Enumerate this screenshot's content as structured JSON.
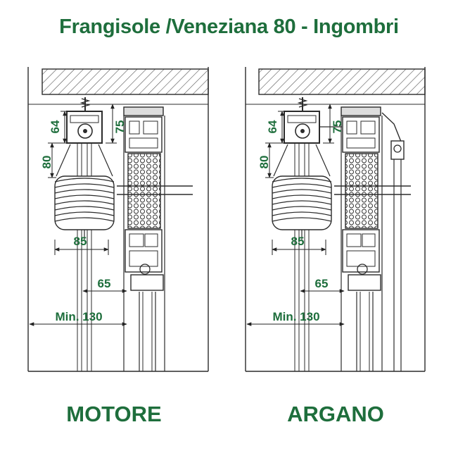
{
  "title": "Frangisole /Veneziana 80 - Ingombri",
  "colors": {
    "accent": "#1e6e3c",
    "line": "#2b2b2b",
    "hatch": "#555555"
  },
  "panels": [
    {
      "caption": "MOTORE",
      "dims": {
        "d64": "64",
        "d75": "75",
        "d80": "80",
        "d85": "85",
        "d65": "65",
        "dmin": "Min. 130"
      }
    },
    {
      "caption": "ARGANO",
      "dims": {
        "d64": "64",
        "d75": "75",
        "d80": "80",
        "d85": "85",
        "d65": "65",
        "dmin": "Min. 130"
      }
    }
  ]
}
